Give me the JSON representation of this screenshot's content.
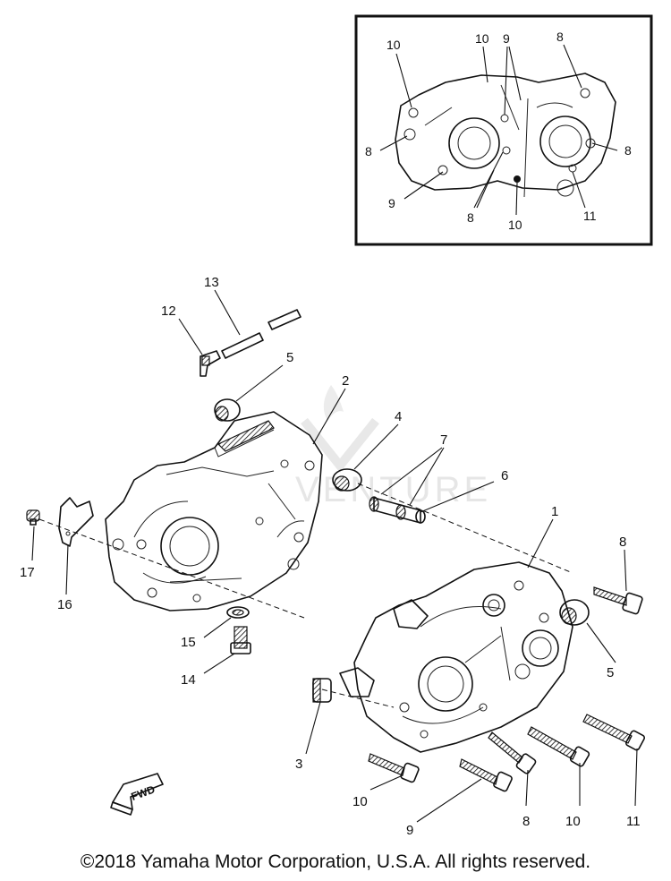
{
  "copyright": "©2018 Yamaha Motor Corporation, U.S.A. All rights reserved.",
  "watermark": "VENTURE",
  "fwd_label": "FWD",
  "inset": {
    "callouts": [
      {
        "label": "10"
      },
      {
        "label": "10"
      },
      {
        "label": "9"
      },
      {
        "label": "8"
      },
      {
        "label": "8"
      },
      {
        "label": "8"
      },
      {
        "label": "9"
      },
      {
        "label": "8"
      },
      {
        "label": "10"
      },
      {
        "label": "11"
      }
    ]
  },
  "main": {
    "callouts": [
      {
        "label": "13"
      },
      {
        "label": "12"
      },
      {
        "label": "5"
      },
      {
        "label": "2"
      },
      {
        "label": "4"
      },
      {
        "label": "7"
      },
      {
        "label": "6"
      },
      {
        "label": "1"
      },
      {
        "label": "8"
      },
      {
        "label": "17"
      },
      {
        "label": "16"
      },
      {
        "label": "15"
      },
      {
        "label": "14"
      },
      {
        "label": "5"
      },
      {
        "label": "3"
      },
      {
        "label": "10"
      },
      {
        "label": "9"
      },
      {
        "label": "8"
      },
      {
        "label": "10"
      },
      {
        "label": "11"
      }
    ]
  }
}
